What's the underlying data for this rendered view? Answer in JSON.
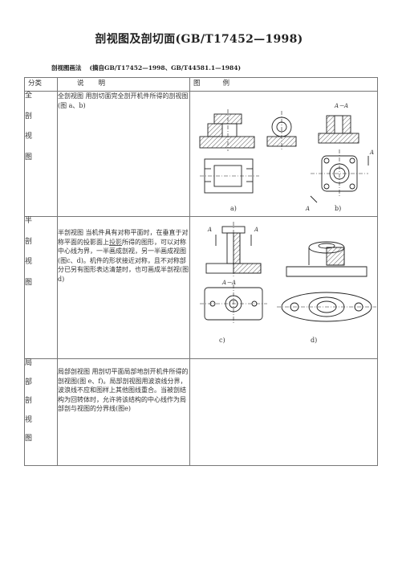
{
  "page": {
    "title": "剖视图及剖切面(GB/T17452—1998)",
    "subtitle_label": "剖视图画法",
    "subtitle_source": "(摘自GB/T17452—1998、GB/T44581.1—1984)"
  },
  "table": {
    "headers": [
      "分类",
      "说明",
      "图例"
    ],
    "rows": [
      {
        "category_chars": [
          "全",
          "剖",
          "视",
          "图"
        ],
        "description": "全剖视图 用剖切面完全剖开机件所得的剖视图(图 a、b)",
        "figure_captions": [
          "a)",
          "b)"
        ],
        "figure_labels": [
          "A－A",
          "A",
          "A"
        ]
      },
      {
        "category_chars": [
          "半",
          "剖",
          "视",
          "图"
        ],
        "description_parts": [
          "半剖视图 当机件具有对称平面时，在垂直于对称平面的投影面上",
          "投影",
          "所得的图形，可以对称中心线为界，一半画成剖视，另一半画成视图(图c、d)。机件的形状接近对称，且不对称部分已另有图形表达清楚时，也可画成半剖视(图d)"
        ],
        "figure_captions": [
          "c)",
          "d)"
        ],
        "figure_labels": [
          "A",
          "A",
          "A－A"
        ]
      },
      {
        "category_chars": [
          "局",
          "部",
          "剖",
          "视",
          "图"
        ],
        "description": "局部剖视图 用剖切平面局部地剖开机件所得的剖视图(图 e、f)。局部剖视图用波浪线分界，波浪线不应和图样上其他图线重合。当被剖结构为回转体时，允许将该结构的中心线作为局部剖与视图的分界线(图e)"
      }
    ]
  }
}
